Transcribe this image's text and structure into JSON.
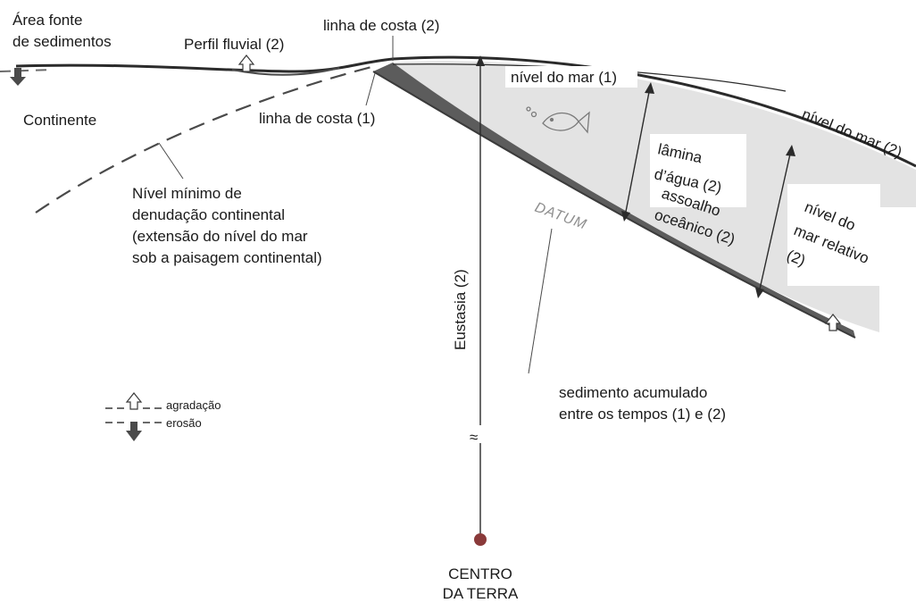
{
  "labels": {
    "area_fonte_1": "Área fonte",
    "area_fonte_2": "de sedimentos",
    "perfil_fluvial": "Perfil fluvial (2)",
    "linha_costa_2": "linha de costa (2)",
    "linha_costa_1": "linha de costa (1)",
    "continente": "Continente",
    "nivel_mar_1": "nível do mar (1)",
    "nivel_mar_2": "nível do mar (2)",
    "lamina_1": "lâmina",
    "lamina_2": "d’água (2)",
    "assoalho_1": "assoalho",
    "assoalho_2": "oceânico (2)",
    "datum": "DATUM",
    "nivel_relativo_1": "nível do",
    "nivel_relativo_2": "mar relativo",
    "nivel_relativo_3": "(2)",
    "denudacao_1": "Nível mínimo de",
    "denudacao_2": "denudação continental",
    "denudacao_3": "(extensão do nível do mar",
    "denudacao_4": "sob a paisagem continental)",
    "eustasia": "Eustasia (2)",
    "sedimento_1": "sedimento acumulado",
    "sedimento_2": "entre os tempos (1) e (2)",
    "centro_1": "CENTRO",
    "centro_2": "DA TERRA",
    "legend_agradacao": "agradação",
    "legend_erosao": "erosão",
    "break_symbol": "≈"
  },
  "colors": {
    "water": "#e3e3e3",
    "sediment": "#5c5c5c",
    "line": "#2b2b2b",
    "arrow_up": "#ffffff",
    "arrow_down": "#555555"
  }
}
